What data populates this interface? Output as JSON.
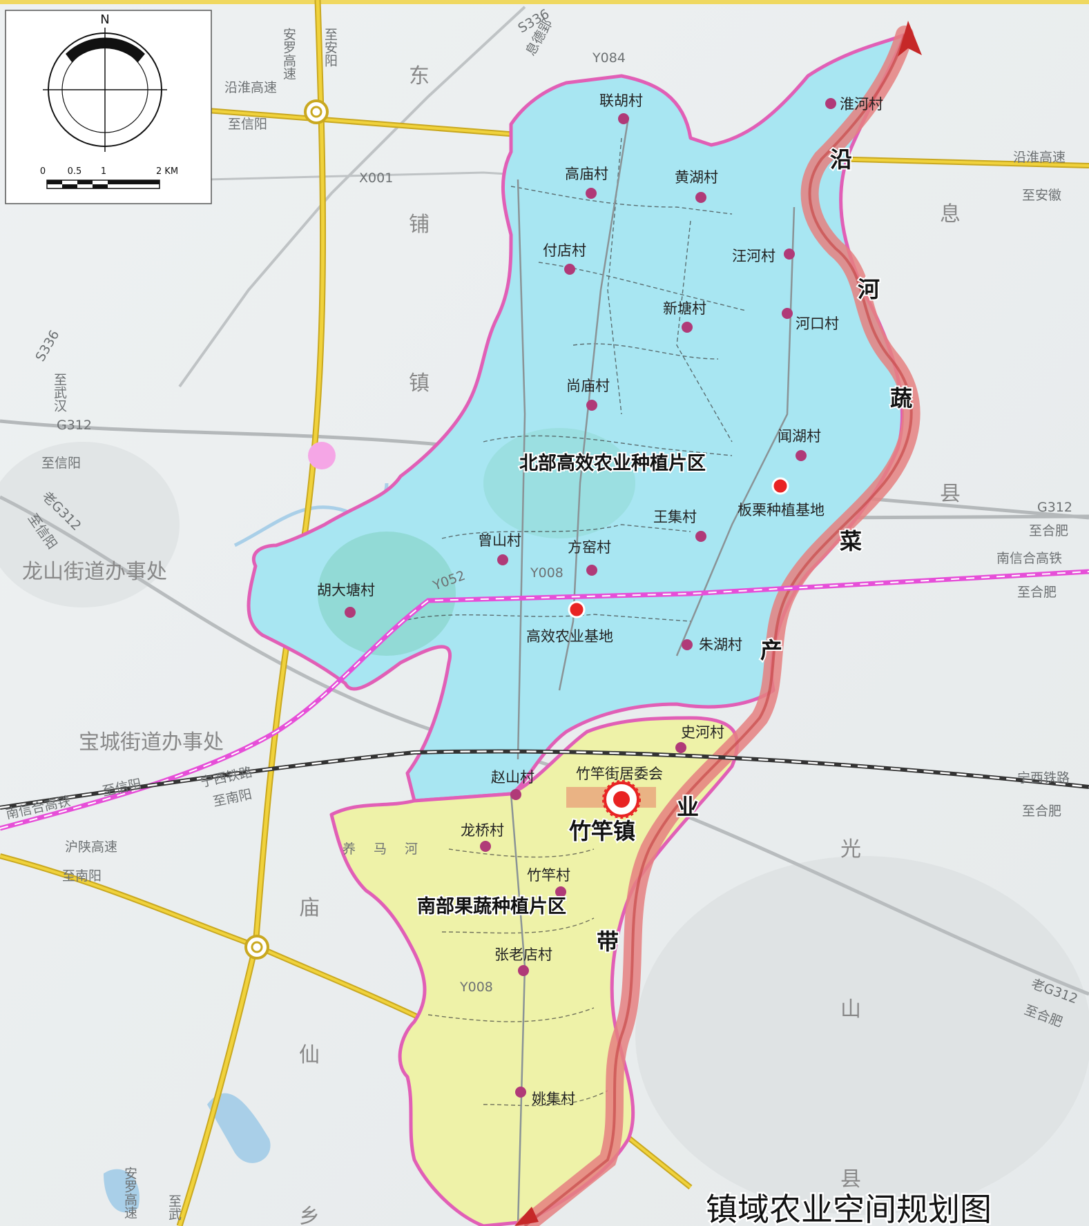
{
  "title": "镇域农业空间规划图",
  "colors": {
    "north_zone": "#a8e6f2",
    "south_zone": "#eef2a8",
    "boundary": "#e15fb6",
    "vegetable_belt": "#e58080",
    "highway": "#f0d23c",
    "rail_highspeed": "#e64fd8",
    "village_dot": "#b03a78",
    "base_dot": "#e82323",
    "town_center": "#e82323",
    "background": "#f0f2f2"
  },
  "scale": {
    "ticks": [
      "0",
      "0.5",
      "1",
      "2 KM"
    ],
    "north": "N"
  },
  "zones": {
    "north": "北部高效农业种植片区",
    "south": "南部果蔬种植片区"
  },
  "belt_label": [
    "沿",
    "河",
    "蔬",
    "菜",
    "产",
    "业",
    "带"
  ],
  "villages": {
    "lianhu": "联胡村",
    "huaihe": "淮河村",
    "gaomiao": "高庙村",
    "huanghu": "黄湖村",
    "fudian": "付店村",
    "wanghe": "汪河村",
    "xintang": "新塘村",
    "hekou": "河口村",
    "shangmiao": "尚庙村",
    "wenhu": "闻湖村",
    "wangji": "王集村",
    "cengshan": "曾山村",
    "fangyao": "方窑村",
    "hudatang": "胡大塘村",
    "zhuhu": "朱湖村",
    "shihe": "史河村",
    "zhaoshan": "赵山村",
    "longqiao": "龙桥村",
    "zhugan": "竹竿村",
    "zhanglaodian": "张老店村",
    "yaoji": "姚集村"
  },
  "bases": {
    "banli": "板栗种植基地",
    "gaoxiao": "高效农业基地"
  },
  "town": {
    "name": "竹竿镇",
    "committee": "竹竿街居委会"
  },
  "neighbors": {
    "dongpu": [
      "东",
      "铺",
      "镇"
    ],
    "xixian": [
      "息",
      "县"
    ],
    "guangshan": [
      "光",
      "山",
      "县"
    ],
    "miaoxian": [
      "庙",
      "仙",
      "乡"
    ],
    "longshan": "龙山街道办事处",
    "baocheng": "宝城街道办事处"
  },
  "roads": {
    "s336_top": "S336",
    "s336_sub": "息德郢",
    "y084": "Y084",
    "anluo": "安罗高速",
    "zhi_anyang": "至安阳",
    "yanhuai_w": "沿淮高速",
    "zhi_xinyang_top": "至信阳",
    "yanhuai_e": "沿淮高速",
    "zhi_anhui": "至安徽",
    "x001": "X001",
    "s336_left": "S336",
    "zhi_wuhan": "至武汉",
    "g312_left": "G312",
    "zhi_xinyang_mid": "至信阳",
    "lao_g312_left": "老G312",
    "zhi_xinyang_low": "至信阳",
    "g312_right": "G312",
    "zhi_hefei_1": "至合肥",
    "nanxinhe_right": "南信合高铁",
    "zhi_hefei_2": "至合肥",
    "y052": "Y052",
    "y008_north": "Y008",
    "ningxi_left": "宁西铁路",
    "zhi_nanyang_1": "至南阳",
    "nanxinhe_left": "南信合高铁",
    "zhi_xinyang_sw": "至信阳",
    "ningxi_right": "宁西铁路",
    "zhi_hefei_3": "至合肥",
    "hushan": "沪陕高速",
    "zhi_nanyang_2": "至南阳",
    "lao_g312_right": "老G312",
    "zhi_hefei_4": "至合肥",
    "y008_south": "Y008",
    "yangma_river": "养马河",
    "anluo_south": "安罗高速",
    "zhi_south": "至武"
  }
}
